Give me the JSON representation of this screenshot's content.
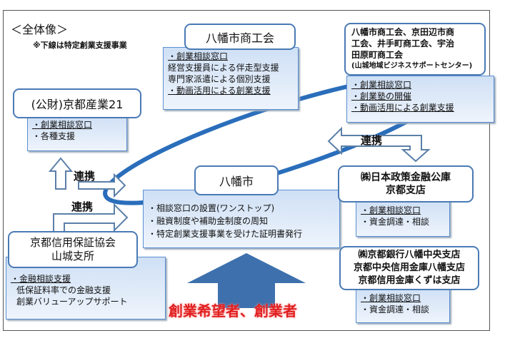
{
  "header": {
    "title": "＜全体像＞",
    "note": "※下線は特定創業支援事業"
  },
  "shokokai": {
    "title": "八幡市商工会",
    "items": [
      "・創業相談窓口",
      "経営支援員による伴走型支援",
      "専門家派遣による個別支援",
      "・動画活用による創業支援"
    ]
  },
  "sangyo21": {
    "title": "(公財)京都産業21",
    "items": [
      "・創業相談窓口",
      "・各種支援"
    ]
  },
  "yamashiro": {
    "title_lines": [
      "八幡市商工会、京田辺市商",
      "工会、井手町商工会、宇治",
      "田原町商工会",
      "(山城地域ビジネスサポートセンター)"
    ],
    "items": [
      "・創業相談窓口",
      "・創業塾の開催",
      "・動画活用による創業支援"
    ]
  },
  "yawata": {
    "title": "八幡市",
    "items": [
      "・相談窓口の設置(ワンストップ)",
      "・融資制度や補助金制度の周知",
      "・特定創業支援事業を受けた証明書発行"
    ]
  },
  "jfc": {
    "title_lines": [
      "㈱日本政策金融公庫",
      "京都支店"
    ],
    "items": [
      "・創業相談窓口",
      "・資金調達・相談"
    ]
  },
  "banks": {
    "title_lines": [
      "㈱京都銀行八幡中央支店",
      "京都中央信用金庫八幡支店",
      "京都信用金庫くずは支店"
    ],
    "items": [
      "・創業相談窓口",
      "・資金調達・相談"
    ]
  },
  "hosho": {
    "title_lines": [
      "京都信用保証協会",
      "山城支所"
    ],
    "items": [
      "・金融相談支援",
      "低保証料率での金融支援",
      "創業バリューアップサポート"
    ]
  },
  "links": {
    "renkei": "連携"
  },
  "target": {
    "label": "創業希望者、創業者"
  }
}
